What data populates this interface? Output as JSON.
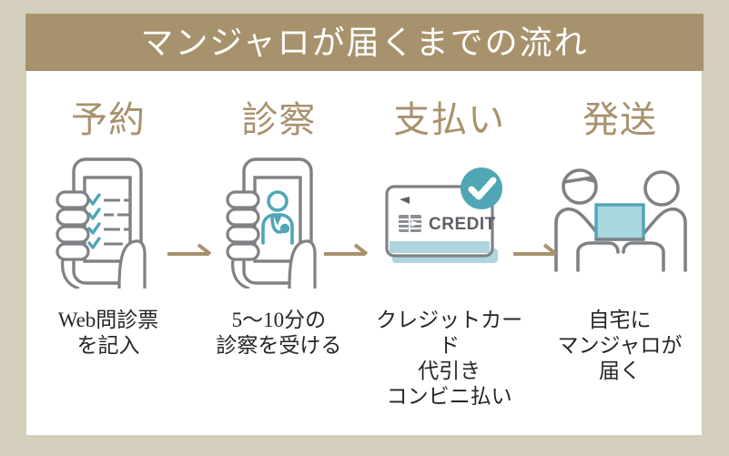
{
  "banner": {
    "title": "マンジャロが届くまでの流れ"
  },
  "colors": {
    "page_background": "#d4cfbd",
    "banner_background": "#a8926d",
    "card_background": "#ffffff",
    "title_text": "#ffffff",
    "step_title": "#a8926d",
    "caption_text": "#262626",
    "accent_teal": "#4fa6b5",
    "icon_gray": "#7f8184",
    "arrow": "#a8926d",
    "package_fill": "#a9d8de",
    "card_stripe": "#aed4dd"
  },
  "steps": [
    {
      "index": "1",
      "title": "予約",
      "icon": "hand-phone-checklist-icon",
      "caption": "Web問診票\nを記入"
    },
    {
      "index": "2",
      "title": "診察",
      "icon": "hand-phone-doctor-icon",
      "caption": "5〜10分の\n診察を受ける"
    },
    {
      "index": "3",
      "title": "支払い",
      "icon": "credit-card-check-icon",
      "caption": "クレジットカード\n代引き\nコンビニ払い",
      "card_label": "CREDIT"
    },
    {
      "index": "4",
      "title": "発送",
      "icon": "delivery-handover-icon",
      "caption": "自宅に\nマンジャロが\n届く"
    }
  ],
  "arrows": [
    {
      "name": "arrow-step1-to-step2"
    },
    {
      "name": "arrow-step2-to-step3"
    },
    {
      "name": "arrow-step3-to-step4"
    }
  ]
}
